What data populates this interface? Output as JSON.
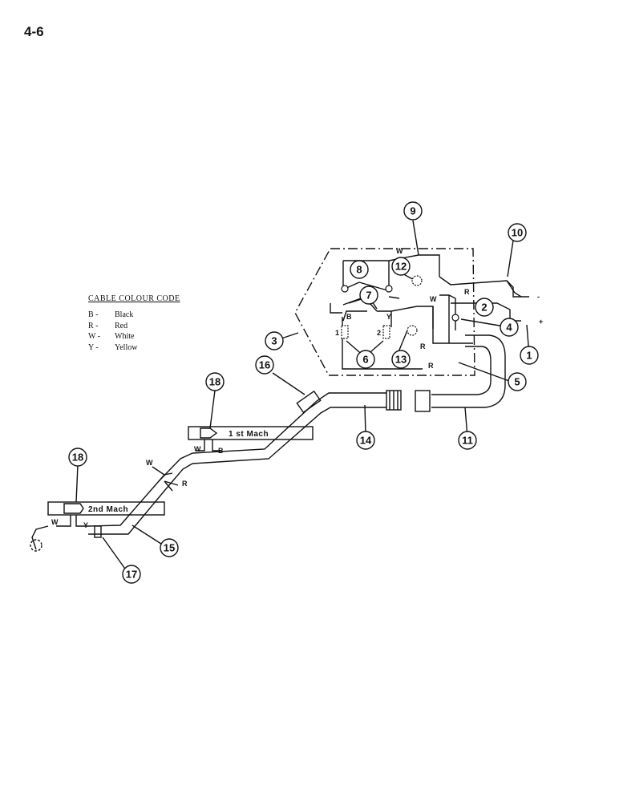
{
  "page": {
    "number": "4-6"
  },
  "legend": {
    "title": "CABLE COLOUR CODE",
    "items": [
      {
        "code": "B -",
        "name": "Black"
      },
      {
        "code": "R -",
        "name": "Red"
      },
      {
        "code": "W -",
        "name": "White"
      },
      {
        "code": "Y -",
        "name": "Yellow"
      }
    ]
  },
  "callouts": [
    "1",
    "2",
    "3",
    "4",
    "5",
    "6",
    "7",
    "8",
    "9",
    "10",
    "11",
    "12",
    "13",
    "14",
    "15",
    "16",
    "17",
    "18",
    "18"
  ],
  "wire_labels": {
    "w_top": "W",
    "w_mid": "W",
    "r_top": "R",
    "b_sw": "B",
    "y_sw": "Y",
    "r_bottom": "R",
    "r_low": "R",
    "sw1": "1",
    "sw2": "2",
    "minus": "-",
    "plus": "+",
    "w_1st": "W",
    "b_1st": "B",
    "w_junc": "W",
    "r_junc": "R",
    "w_2nd": "W",
    "y_2nd": "Y"
  },
  "machines": {
    "first": "1 st Mach",
    "second": "2nd Mach"
  }
}
